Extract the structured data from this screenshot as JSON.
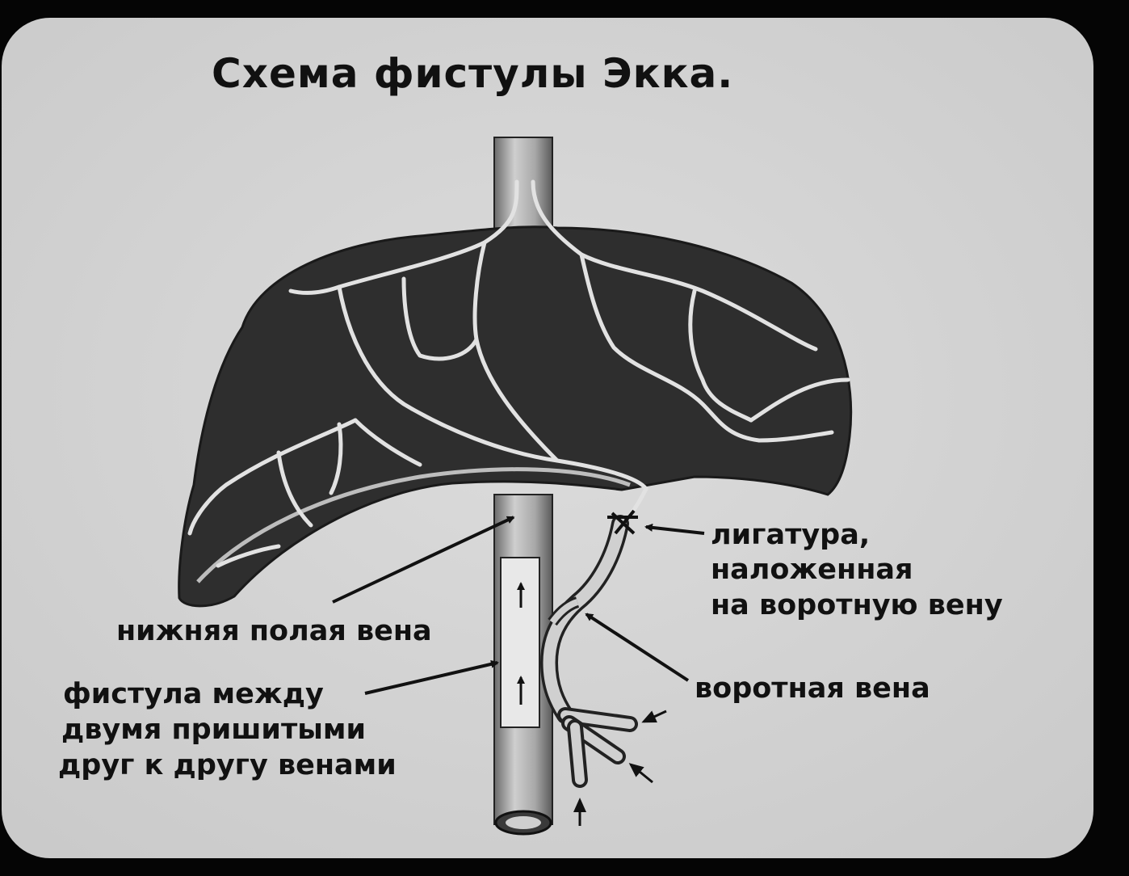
{
  "title": "Схема фистулы Экка.",
  "labels": {
    "ligature": [
      "лигатура,",
      "наложенная",
      "на воротную вену"
    ],
    "ivc": "нижняя полая вена",
    "fistula": [
      "фистула между",
      "двумя пришитыми",
      "друг к другу венами"
    ],
    "portal_vein": "воротная вена"
  },
  "colors": {
    "background": "#050505",
    "card": "#d6d6d6",
    "liver": "#2e2e2e",
    "vessel_line": "#e2e2e2",
    "text": "#111111"
  }
}
